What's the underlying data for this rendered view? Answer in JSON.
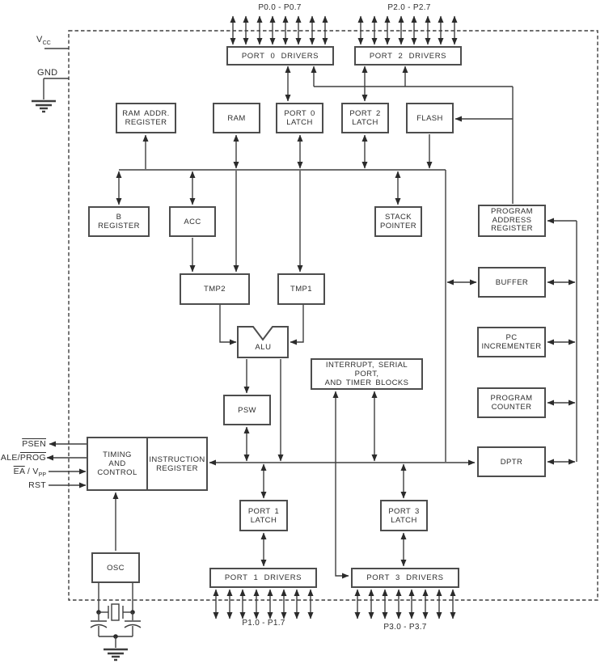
{
  "pins": {
    "p0": "P0.0 - P0.7",
    "p2": "P2.0 - P2.7",
    "p1": "P1.0 - P1.7",
    "p3": "P3.0 - P3.7"
  },
  "power": {
    "vcc_base": "V",
    "vcc_sub": "CC",
    "gnd": "GND"
  },
  "signals": {
    "psen": "PSEN",
    "ale_plain": "ALE/",
    "ale_over": "PROG",
    "ea_over": "EA",
    "ea_sep": " / ",
    "ea_base": "V",
    "ea_sub": "PP",
    "rst": "RST"
  },
  "blocks": {
    "port0_drivers": "PORT 0 DRIVERS",
    "port2_drivers": "PORT 2 DRIVERS",
    "ram_addr_register": "RAM ADDR.\nREGISTER",
    "ram": "RAM",
    "port0_latch": "PORT 0\nLATCH",
    "port2_latch": "PORT 2\nLATCH",
    "flash": "FLASH",
    "b_register": "B\nREGISTER",
    "acc": "ACC",
    "stack_pointer": "STACK\nPOINTER",
    "program_address_register": "PROGRAM\nADDRESS\nREGISTER",
    "tmp2": "TMP2",
    "tmp1": "TMP1",
    "buffer": "BUFFER",
    "alu": "ALU",
    "interrupt_block": "INTERRUPT, SERIAL PORT,\nAND TIMER BLOCKS",
    "pc_incrementer": "PC\nINCREMENTER",
    "psw": "PSW",
    "program_counter": "PROGRAM\nCOUNTER",
    "timing_control": "TIMING\nAND\nCONTROL",
    "instruction_register": "INSTRUCTION\nREGISTER",
    "dptr": "DPTR",
    "port1_latch": "PORT 1\nLATCH",
    "port3_latch": "PORT 3\nLATCH",
    "osc": "OSC",
    "port1_drivers": "PORT 1 DRIVERS",
    "port3_drivers": "PORT 3 DRIVERS"
  },
  "colors": {
    "line": "#3e3e3e",
    "box_border": "#4d4d4d",
    "text": "#2e2e2e"
  }
}
